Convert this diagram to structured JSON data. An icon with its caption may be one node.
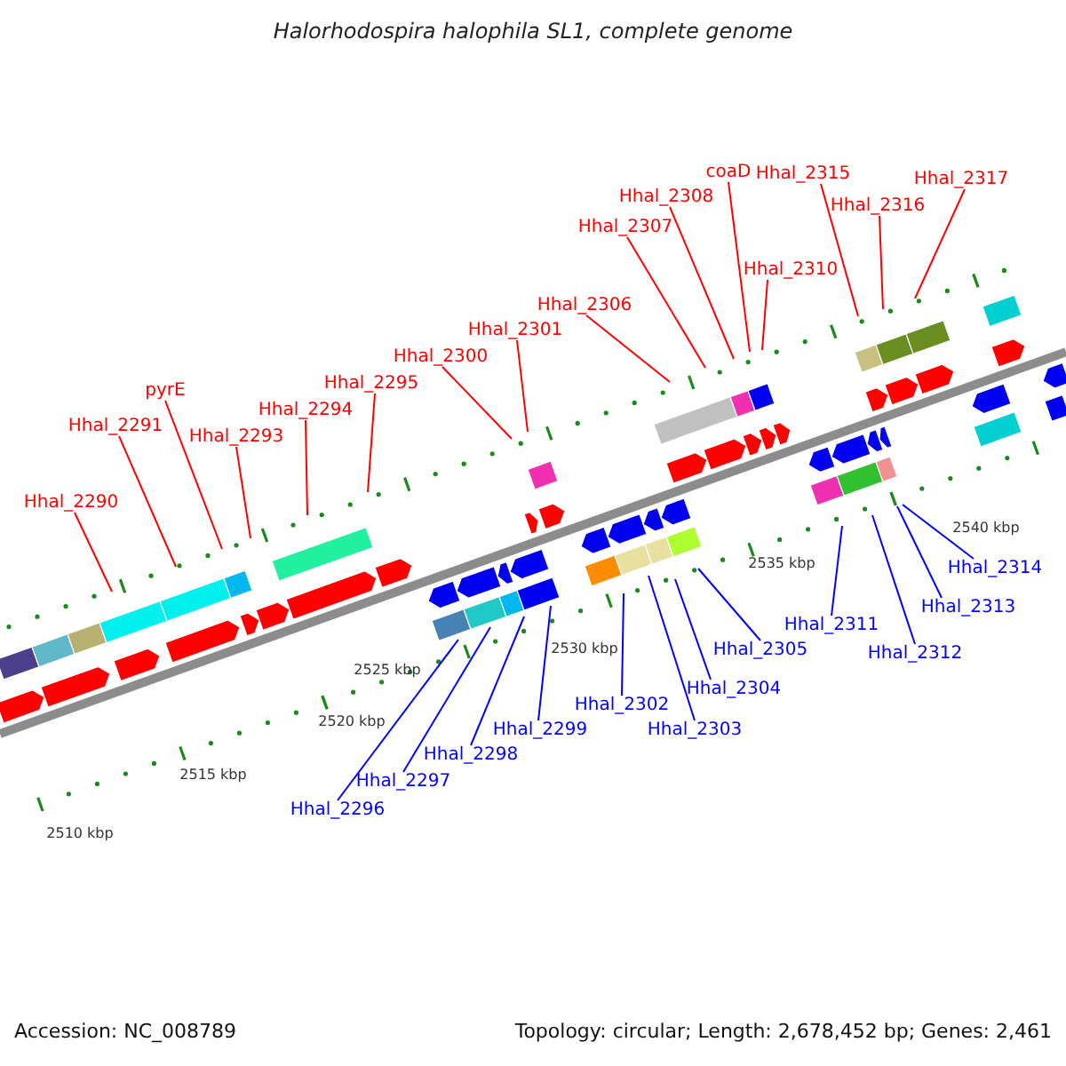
{
  "diagram": {
    "title": "Halorhodospira halophila SL1, complete genome",
    "nodes": [
      {
        "text": [
          "Hhal_2290"
        ]
      },
      {
        "text": [
          "Hhal_2291"
        ]
      },
      {
        "text": [
          "pyrE"
        ]
      },
      {
        "text": [
          "Hhal_2293"
        ]
      },
      {
        "text": [
          "Hhal_2294"
        ]
      },
      {
        "text": [
          "Hhal_2295"
        ]
      },
      {
        "text": [
          "Hhal_2300"
        ]
      },
      {
        "text": [
          "Hhal_2301"
        ]
      },
      {
        "text": [
          "Hhal_2306"
        ]
      },
      {
        "text": [
          "Hhal_2307"
        ]
      },
      {
        "text": [
          "Hhal_2308"
        ]
      },
      {
        "text": [
          "coaD"
        ]
      },
      {
        "text": [
          "Hhal_2310"
        ]
      },
      {
        "text": [
          "Hhal_2315"
        ]
      },
      {
        "text": [
          "Hhal_2316"
        ]
      },
      {
        "text": [
          "Hhal_2317"
        ]
      },
      {
        "text": [
          "Hhal_2296"
        ]
      },
      {
        "text": [
          "Hhal_2297"
        ]
      },
      {
        "text": [
          "Hhal_2298"
        ]
      },
      {
        "text": [
          "Hhal_2299"
        ]
      },
      {
        "text": [
          "Hhal_2302"
        ]
      },
      {
        "text": [
          "Hhal_2303"
        ]
      },
      {
        "text": [
          "Hhal_2304"
        ]
      },
      {
        "text": [
          "Hhal_2305"
        ]
      },
      {
        "text": [
          "Hhal_2311"
        ]
      },
      {
        "text": [
          "Hhal_2312"
        ]
      },
      {
        "text": [
          "Hhal_2313"
        ]
      },
      {
        "text": [
          "Hhal_2314"
        ]
      }
    ],
    "edges": [
      {
        "from": 0,
        "to": null,
        "arrow": "none"
      },
      {
        "from": 1,
        "to": null,
        "arrow": "none"
      },
      {
        "from": 2,
        "to": null,
        "arrow": "none"
      },
      {
        "from": 3,
        "to": null,
        "arrow": "none"
      },
      {
        "from": 4,
        "to": null,
        "arrow": "none"
      },
      {
        "from": 5,
        "to": null,
        "arrow": "none"
      },
      {
        "from": 6,
        "to": null,
        "arrow": "none"
      },
      {
        "from": 7,
        "to": null,
        "arrow": "none"
      },
      {
        "from": 8,
        "to": null,
        "arrow": "none"
      },
      {
        "from": 9,
        "to": null,
        "arrow": "none"
      },
      {
        "from": 10,
        "to": null,
        "arrow": "none"
      },
      {
        "from": 11,
        "to": null,
        "arrow": "none"
      },
      {
        "from": 12,
        "to": null,
        "arrow": "none"
      },
      {
        "from": 13,
        "to": null,
        "arrow": "none"
      },
      {
        "from": 14,
        "to": null,
        "arrow": "none"
      },
      {
        "from": 15,
        "to": null,
        "arrow": "none"
      },
      {
        "from": 16,
        "to": null,
        "arrow": "none",
        "color": "#0000ff"
      },
      {
        "from": 17,
        "to": null,
        "arrow": "none",
        "color": "#0000ff"
      },
      {
        "from": 18,
        "to": null,
        "arrow": "none",
        "color": "#0000ff"
      },
      {
        "from": 19,
        "to": null,
        "arrow": "none",
        "color": "#0000ff"
      },
      {
        "from": 20,
        "to": null,
        "arrow": "none",
        "color": "#0000ff"
      },
      {
        "from": 21,
        "to": null,
        "arrow": "none",
        "color": "#0000ff"
      },
      {
        "from": 22,
        "to": null,
        "arrow": "none",
        "color": "#0000ff"
      },
      {
        "from": 23,
        "to": null,
        "arrow": "none",
        "color": "#0000ff"
      },
      {
        "from": 24,
        "to": null,
        "arrow": "none",
        "color": "#0000ff"
      },
      {
        "from": 25,
        "to": null,
        "arrow": "none",
        "color": "#0000ff"
      },
      {
        "from": 26,
        "to": null,
        "arrow": "none",
        "color": "#0000ff"
      },
      {
        "from": 27,
        "to": null,
        "arrow": "none",
        "color": "#0000ff"
      }
    ],
    "labels": [
      "2510 kbp",
      "2515 kbp",
      "2520 kbp",
      "2525 kbp",
      "2530 kbp",
      "2535 kbp",
      "2540 kbp",
      "Accession: NC_008789",
      "Topology: circular; Length: 2,678,452 bp; Genes: 2,461"
    ]
  }
}
